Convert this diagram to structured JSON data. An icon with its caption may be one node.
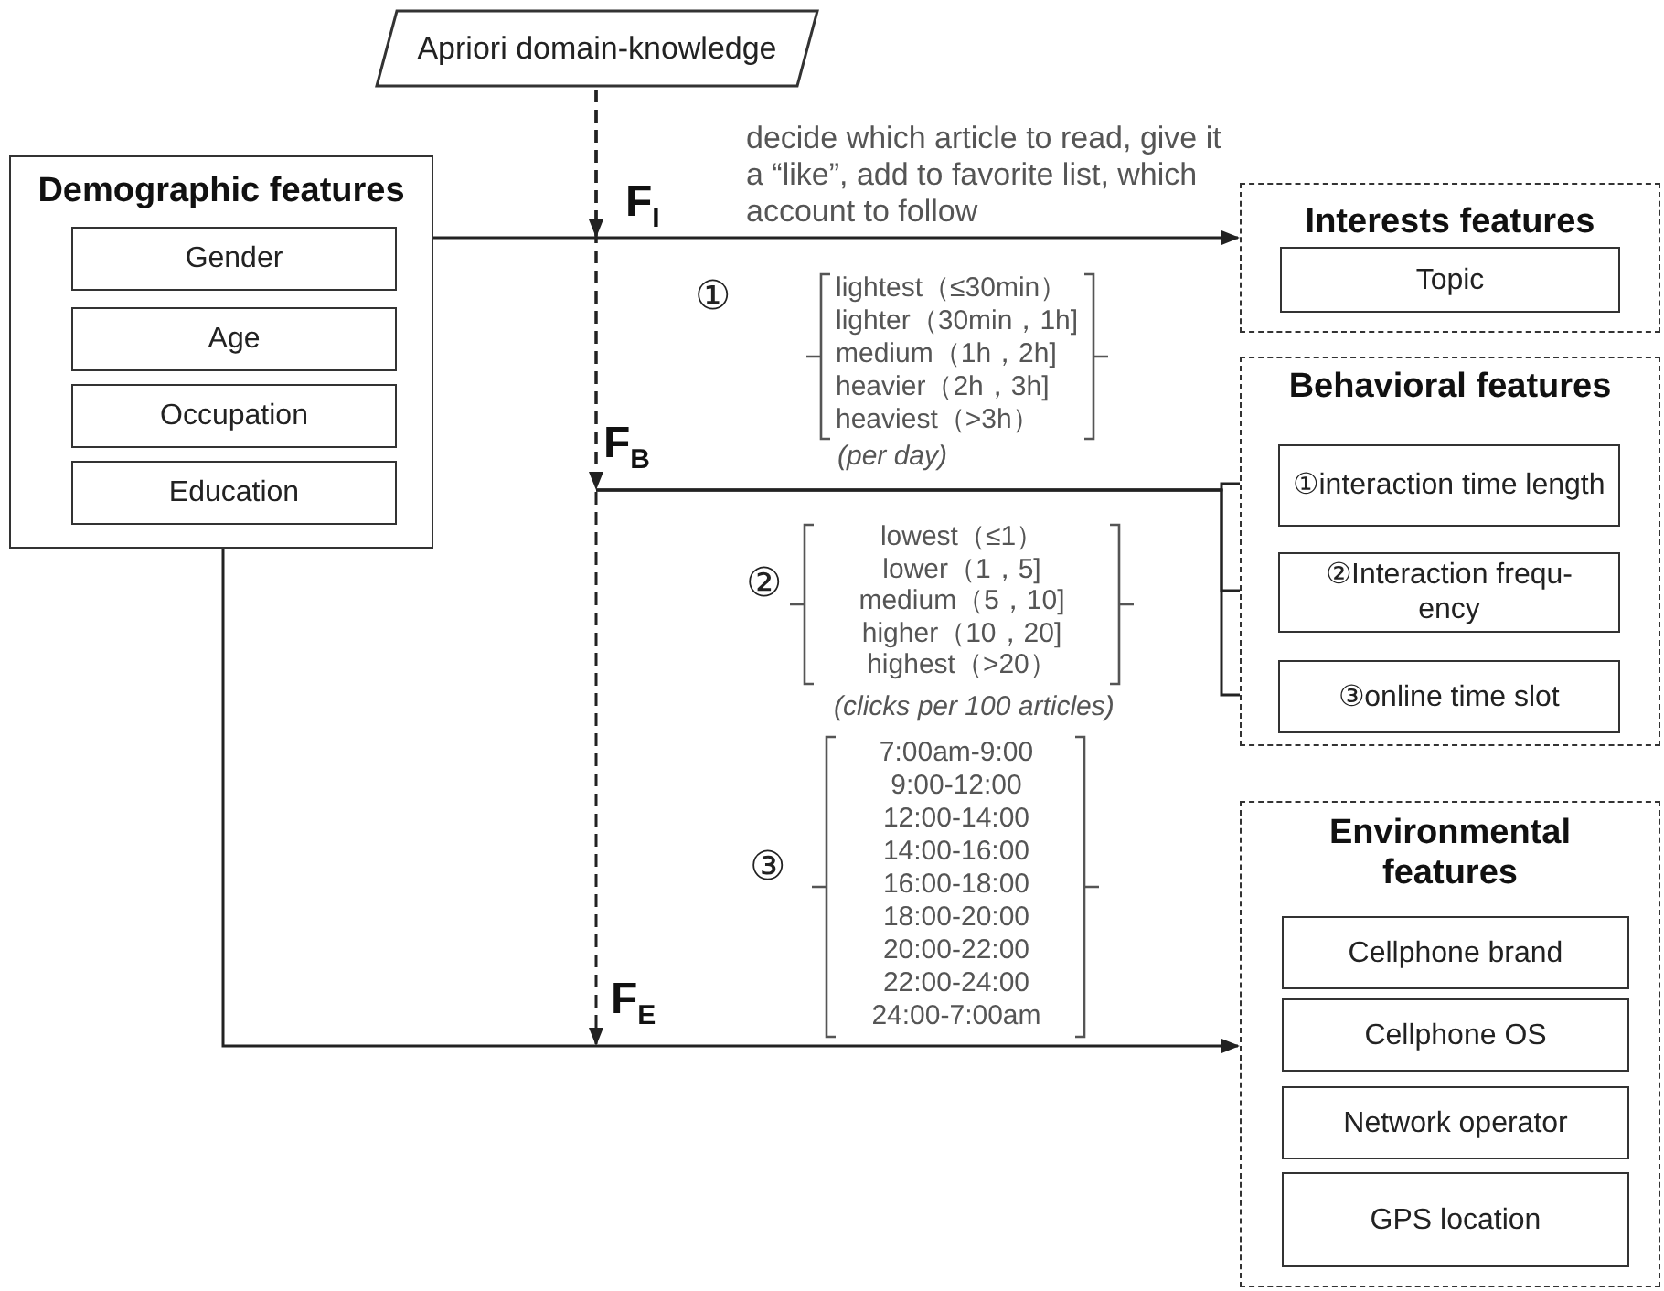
{
  "diagram": {
    "nodes": [
      {
        "text": [
          "Apriori domain-knowledge"
        ]
      },
      {
        "text": [
          "Demographic features"
        ]
      },
      {
        "text": [
          "Gender"
        ],
        "in": 1
      },
      {
        "text": [
          "Age"
        ],
        "in": 1
      },
      {
        "text": [
          "Occupation"
        ],
        "in": 1
      },
      {
        "text": [
          "Education"
        ],
        "in": 1
      },
      {
        "text": [
          "Interests features"
        ]
      },
      {
        "text": [
          "Topic"
        ],
        "in": 6
      },
      {
        "text": [
          "Behavioral  features"
        ]
      },
      {
        "text": [
          "①interaction time length"
        ],
        "in": 8
      },
      {
        "text": [
          "②Interaction frequ- ency"
        ],
        "in": 8
      },
      {
        "text": [
          "③online time slot"
        ],
        "in": 8
      },
      {
        "text": [
          "Environmental features"
        ]
      },
      {
        "text": [
          "Cellphone brand"
        ],
        "in": 12
      },
      {
        "text": [
          "Cellphone OS"
        ],
        "in": 12
      },
      {
        "text": [
          "Network operator"
        ],
        "in": 12
      },
      {
        "text": [
          "GPS location"
        ],
        "in": 12
      },
      {
        "text": [
          "F$_{I}$"
        ]
      },
      {
        "text": [
          "F$_{B}$"
        ]
      },
      {
        "text": [
          "F$_{E}$"
        ]
      }
    ],
    "edges": [
      {
        "from": 1,
        "to": 6,
        "arrow": "to",
        "label": "decide which article to read, give it a “like”, add to favorite list, which account to follow"
      },
      {
        "from": 0,
        "to": 17,
        "arrow": "to",
        "style": "dashed"
      },
      {
        "from": 0,
        "to": 18,
        "arrow": "to",
        "style": "dashed"
      },
      {
        "from": 0,
        "to": 19,
        "arrow": "to",
        "style": "dashed"
      },
      {
        "from": 18,
        "to": 9,
        "arrow": "to"
      },
      {
        "from": 18,
        "to": 10,
        "arrow": "to"
      },
      {
        "from": 18,
        "to": 11,
        "arrow": "to"
      },
      {
        "from": 1,
        "to": 12,
        "arrow": "to"
      }
    ],
    "labels": [
      "①",
      "lightest（≤30min）",
      "lighter（30min，1h]",
      "medium（1h，2h]",
      "heavier（2h，3h]",
      "heaviest（>3h）",
      "(per day)",
      "②",
      "lowest（≤1）",
      "lower（1，5]",
      "medium（5，10]",
      "higher（10，20]",
      "highest（>20）",
      "(clicks per 100 articles)",
      "③",
      "7:00am-9:00",
      "9:00-12:00",
      "12:00-14:00",
      "14:00-16:00",
      "16:00-18:00",
      "18:00-20:00",
      "20:00-22:00",
      "22:00-24:00",
      "24:00-7:00am"
    ]
  }
}
